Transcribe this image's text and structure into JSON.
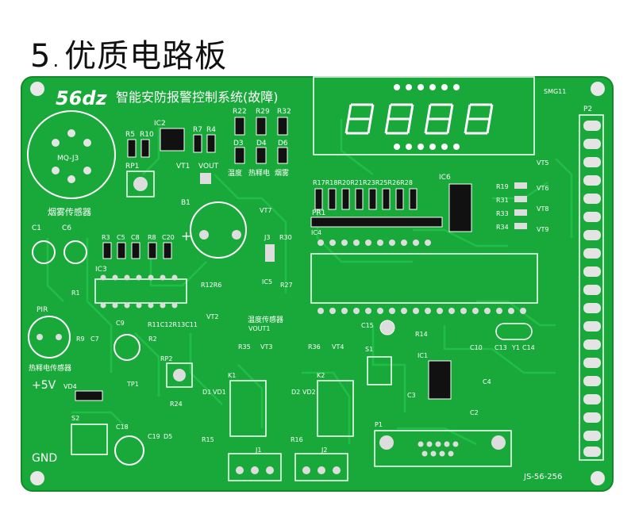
{
  "heading": {
    "number": "5",
    "separator": ".",
    "title": "优质电路板"
  },
  "board": {
    "logo": "56dz",
    "title": "智能安防报警控制系统(故障)",
    "sensors": {
      "smoke": "烟雾传感器",
      "pir_heat": "热释电传感器",
      "temperature": "温度传感器",
      "smoke_sensor_id": "MQ-J3",
      "pir": "PIR"
    },
    "center_labels": {
      "temp": "温度",
      "pir": "热释电",
      "smoke": "烟雾"
    },
    "power": {
      "plus5v": "+5V",
      "gnd": "GND"
    },
    "connector_p2": "P2",
    "connector_p1": "P1",
    "display": "SMG11",
    "model": "JS-56-256",
    "components": {
      "ic2": "IC2",
      "ic3": "IC3",
      "ic4": "IC4",
      "ic5": "IC5",
      "ic6": "IC6",
      "ic1": "IC1",
      "r5": "R5",
      "r10": "R10",
      "r7": "R7",
      "r4": "R4",
      "r22": "R22",
      "r29": "R29",
      "r32": "R32",
      "d3": "D3",
      "d4": "D4",
      "d6": "D6",
      "rp1": "RP1",
      "vt1": "VT1",
      "vout": "VOUT",
      "b1": "B1",
      "r17_28": "R17R18R20R21R23R25R26R28",
      "pr1": "PR1",
      "vt7": "VT7",
      "j3": "J3",
      "r30": "R30",
      "c1": "C1",
      "c6": "C6",
      "r3": "R3",
      "c5": "C5",
      "c8": "C8",
      "r8": "R8",
      "c20": "C20",
      "r1": "R1",
      "r12r6": "R12R6",
      "r27": "R27",
      "vt2": "VT2",
      "vout1": "VOUT1",
      "r9": "R9",
      "c7": "C7",
      "c9": "C9",
      "r11c12": "R11C12R13C11",
      "r2": "R2",
      "rp2": "RP2",
      "r35": "R35",
      "vt3": "VT3",
      "r36": "R36",
      "vt4": "VT4",
      "c15": "C15",
      "r14": "R14",
      "s1": "S1",
      "k1": "K1",
      "k2": "K2",
      "d1": "D1",
      "vd1": "VD1",
      "d2": "D2",
      "vd2": "VD2",
      "r15": "R15",
      "r16": "R16",
      "vd4": "VD4",
      "tp1": "TP1",
      "s2": "S2",
      "c18": "C18",
      "c19": "C19",
      "d5": "D5",
      "r24": "R24",
      "j1": "J1",
      "j2": "J2",
      "c2": "C2",
      "c3": "C3",
      "c4": "C4",
      "c10": "C10",
      "c13": "C13",
      "y1": "Y1",
      "c14": "C14",
      "r19": "R19",
      "r31": "R31",
      "r33": "R33",
      "r34": "R34",
      "vt5": "VT5",
      "vt6": "VT6",
      "vt8": "VT8",
      "vt9": "VT9",
      "plus": "+"
    }
  }
}
